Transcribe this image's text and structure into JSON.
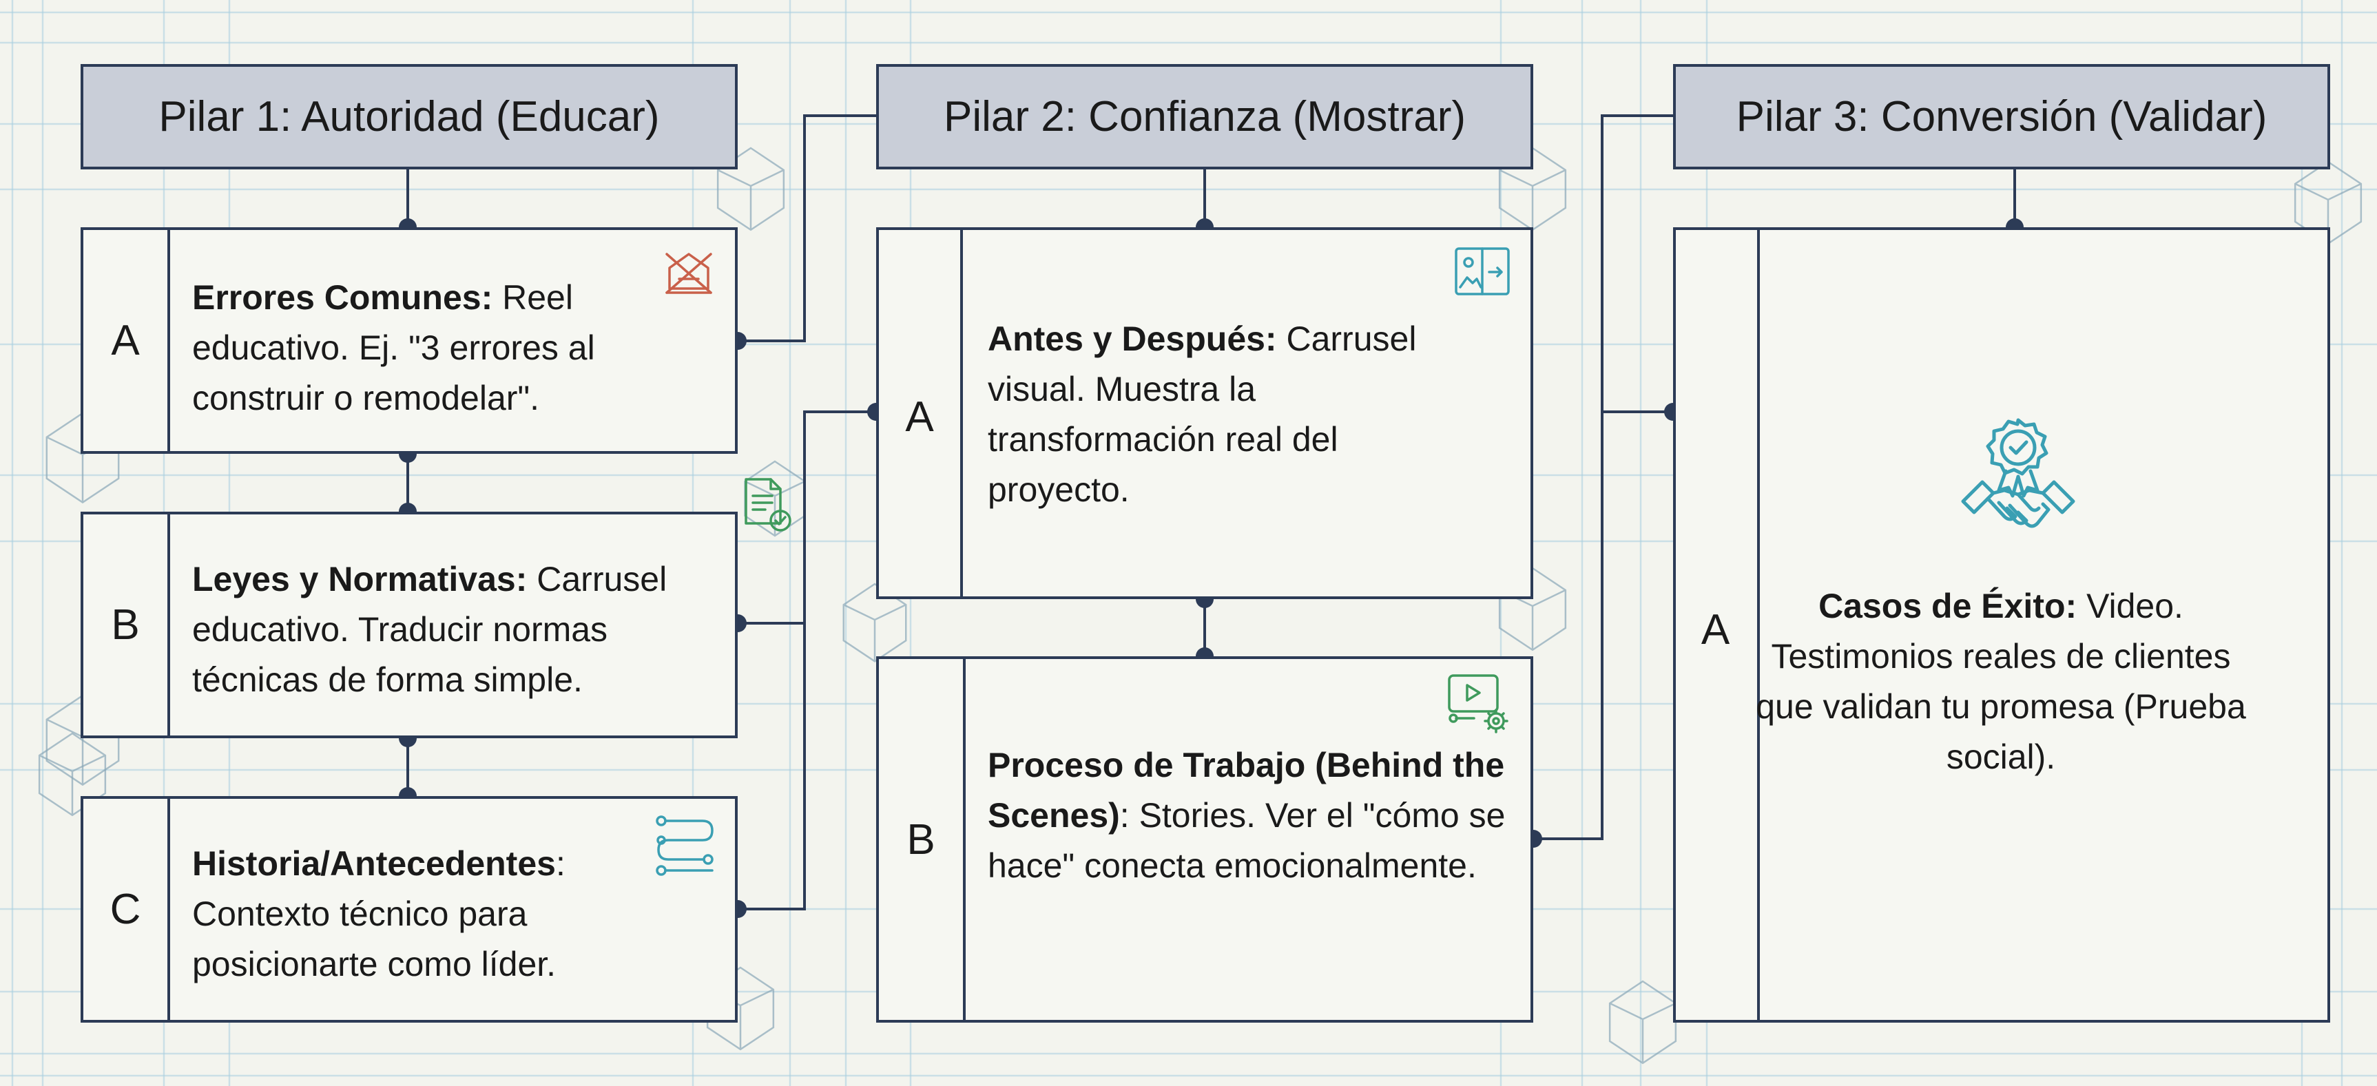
{
  "colors": {
    "background": "#f3f4ee",
    "grid_line": "#a9cfe0",
    "box_border": "#2c3b56",
    "header_fill": "#c9ced8",
    "icon_red": "#c9604a",
    "icon_teal": "#3a9fb3",
    "icon_green": "#3f9a5c"
  },
  "pillars": [
    {
      "title": "Pilar 1: Autoridad (Educar)",
      "items": [
        {
          "letter": "A",
          "bold": "Errores Comunes:",
          "rest": " Reel educativo. Ej. \"3 errores al construir o remodelar\".",
          "icon": "no-crossed-house-icon"
        },
        {
          "letter": "B",
          "bold": "Leyes y Normativas:",
          "rest": " Carrusel educativo. Traducir normas técnicas de forma simple.",
          "icon": "document-check-icon"
        },
        {
          "letter": "C",
          "bold": "Historia/Antecedentes",
          "rest": ": Contexto técnico para posicionarte como líder.",
          "icon": "timeline-path-icon"
        }
      ]
    },
    {
      "title": "Pilar 2: Confianza (Mostrar)",
      "items": [
        {
          "letter": "A",
          "bold": "Antes y Después:",
          "rest": " Carrusel visual. Muestra la transformación real del proyecto.",
          "icon": "before-after-image-icon"
        },
        {
          "letter": "B",
          "bold": "Proceso de Trabajo (Behind the Scenes)",
          "rest": ": Stories. Ver el \"cómo se hace\" conecta emocionalmente.",
          "icon": "video-settings-icon"
        }
      ]
    },
    {
      "title": "Pilar 3: Conversión (Validar)",
      "items": [
        {
          "letter": "A",
          "bold": "Casos de Éxito:",
          "rest": " Video. Testimonios reales de clientes que validan tu promesa (Prueba social).",
          "icon": "award-handshake-icon"
        }
      ]
    }
  ]
}
